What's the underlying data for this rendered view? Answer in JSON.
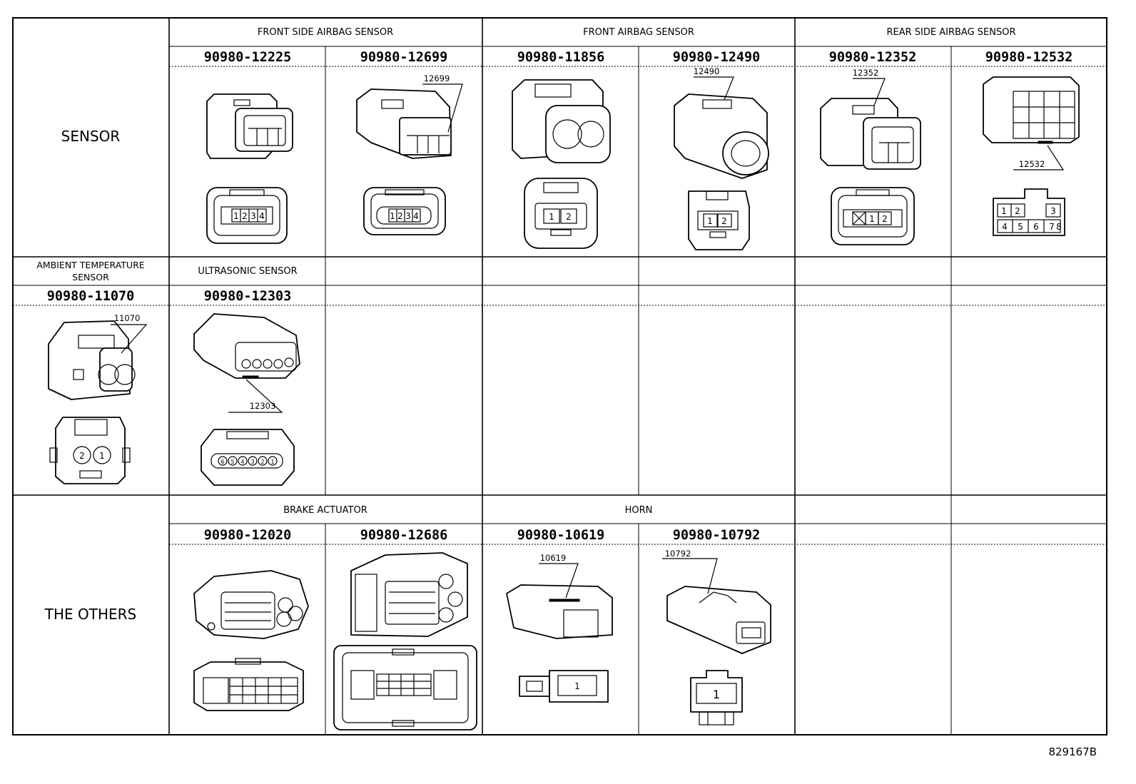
{
  "sections": {
    "sensor": {
      "row_label": "SENSOR",
      "categories": [
        "FRONT SIDE AIRBAG SENSOR",
        "FRONT AIRBAG SENSOR",
        "REAR SIDE AIRBAG SENSOR"
      ],
      "part_numbers": [
        "90980-12225",
        "90980-12699",
        "90980-11856",
        "90980-12490",
        "90980-12352",
        "90980-12532"
      ]
    },
    "sensor2": {
      "categories": [
        "AMBIENT TEMPERATURE SENSOR",
        "ULTRASONIC SENSOR"
      ],
      "ambient_line1": "AMBIENT TEMPERATURE",
      "ambient_line2": "SENSOR",
      "part_numbers": [
        "90980-11070",
        "90980-12303"
      ]
    },
    "others": {
      "row_label": "THE OTHERS",
      "categories": [
        "BRAKE ACTUATOR",
        "HORN"
      ],
      "part_numbers": [
        "90980-12020",
        "90980-12686",
        "90980-10619",
        "90980-10792"
      ]
    }
  },
  "callouts": [
    "12699",
    "12490",
    "12352",
    "12532",
    "11070",
    "12303",
    "10619",
    "10792"
  ],
  "pins": {
    "p12225": [
      "1",
      "2",
      "3",
      "4"
    ],
    "p12699": [
      "1",
      "2",
      "3",
      "4"
    ],
    "p11856": [
      "1",
      "2"
    ],
    "p12490": [
      "1",
      "2"
    ],
    "p12352": [
      "1",
      "2"
    ],
    "p12532": [
      "1",
      "2",
      "3",
      "4",
      "5",
      "6",
      "7",
      "8"
    ],
    "p11070": [
      "2",
      "1"
    ],
    "p12303": [
      "6",
      "5",
      "4",
      "3",
      "2",
      "1"
    ],
    "p10619": [
      "1"
    ],
    "p10792": [
      "1"
    ]
  },
  "figure_id": "829167B",
  "icons": [
    "connector-icon",
    "terminal-face-icon"
  ]
}
